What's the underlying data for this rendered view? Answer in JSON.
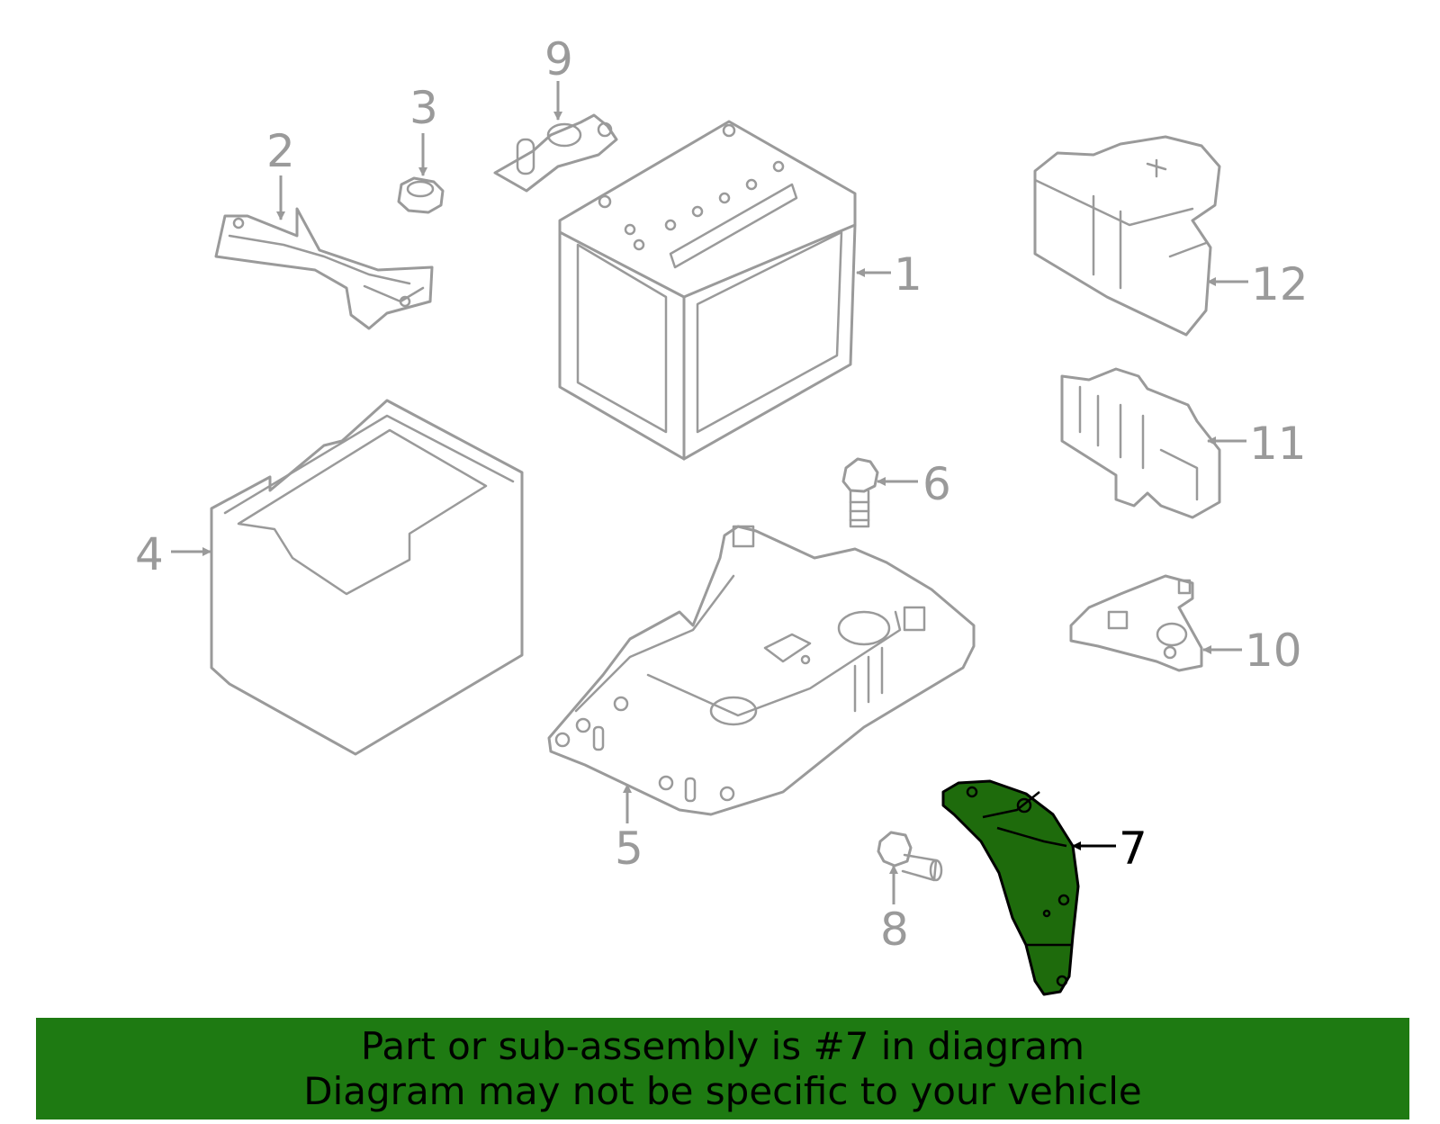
{
  "callouts": {
    "c1": "1",
    "c2": "2",
    "c3": "3",
    "c4": "4",
    "c5": "5",
    "c6": "6",
    "c7": "7",
    "c8": "8",
    "c9": "9",
    "c10": "10",
    "c11": "11",
    "c12": "12"
  },
  "highlighted_part": "7",
  "colors": {
    "highlight_fill": "#1e6b0c",
    "banner": "#1e7a12",
    "line_art": "#9a9a9a"
  },
  "banner": {
    "line1": "Part or sub-assembly is #7 in diagram",
    "line2": "Diagram may not be specific to your vehicle"
  }
}
